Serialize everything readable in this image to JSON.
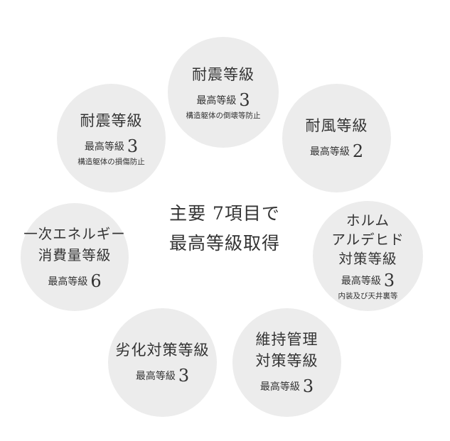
{
  "center": {
    "line1": "主要 7項目で",
    "line2": "最高等級取得"
  },
  "grade_prefix": "最高等級",
  "items": [
    {
      "title": [
        "耐震等級"
      ],
      "grade": "3",
      "note": "構造躯体の倒壊等防止"
    },
    {
      "title": [
        "耐風等級"
      ],
      "grade": "2"
    },
    {
      "title": [
        "ホルム",
        "アルデヒド",
        "対策等級"
      ],
      "grade": "3",
      "note": "内装及び天井裏等"
    },
    {
      "title": [
        "維持管理",
        "対策等級"
      ],
      "grade": "3"
    },
    {
      "title": [
        "劣化対策等級"
      ],
      "grade": "3"
    },
    {
      "title": [
        "一次エネルギー",
        "消費量等級"
      ],
      "grade": "6"
    },
    {
      "title": [
        "耐震等級"
      ],
      "grade": "3",
      "note": "構造躯体の損傷防止"
    }
  ],
  "colors": {
    "circle": "#ececec",
    "text": "#333333"
  }
}
